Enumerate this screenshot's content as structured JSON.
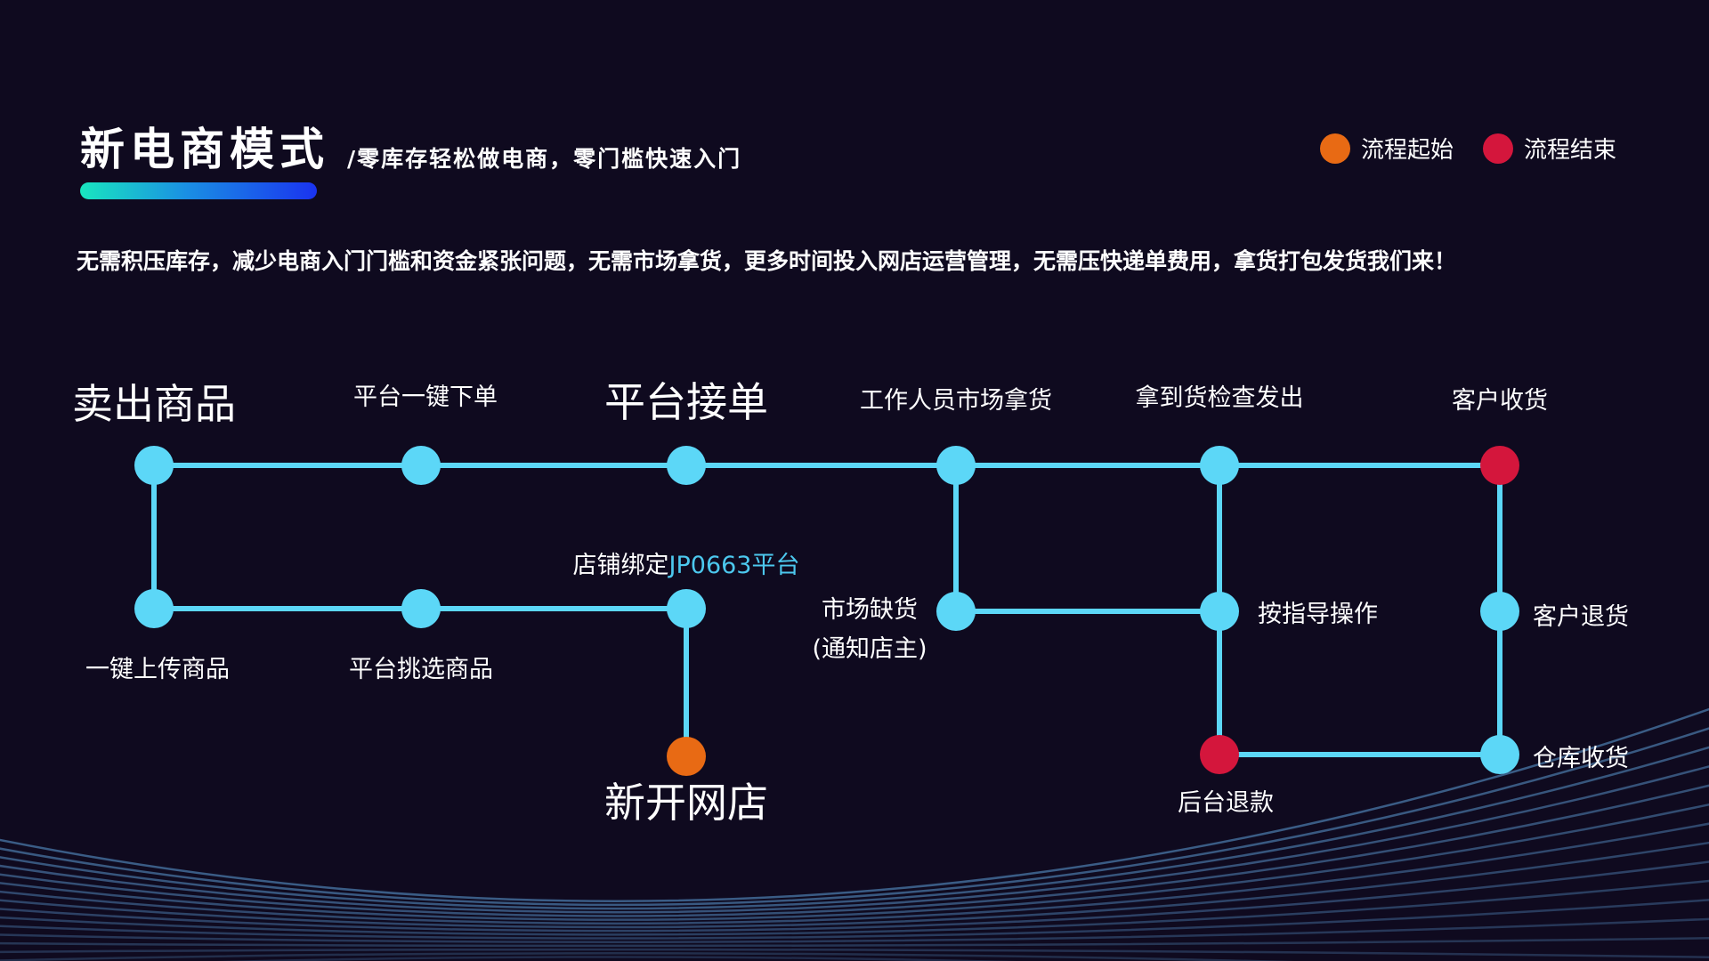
{
  "header": {
    "title": "新电商模式",
    "subtitle": "/零库存轻松做电商，零门槛快速入门"
  },
  "legend": {
    "start_label": "流程起始",
    "end_label": "流程结束",
    "start_color": "#e86a14",
    "end_color": "#d4163c"
  },
  "description": "无需积压库存，减少电商入门门槛和资金紧张问题，无需市场拿货，更多时间投入网店运营管理，无需压快递单费用，拿货打包发货我们来！",
  "colors": {
    "background": "#0f0a1f",
    "line": "#5cd7f7",
    "node": "#5cd7f7",
    "start": "#e86a14",
    "end": "#d4163c",
    "accent_text": "#4cc8ee"
  },
  "nodes": {
    "sell_goods": "卖出商品",
    "platform_one_click_order": "平台一键下单",
    "platform_accept_order": "平台接单",
    "staff_market_pickup": "工作人员市场拿货",
    "check_and_ship": "拿到货检查发出",
    "customer_receives": "客户收货",
    "one_click_upload": "一键上传商品",
    "platform_select_goods": "平台挑选商品",
    "shop_bind_prefix": "店铺绑定",
    "shop_bind_platform": "JP0663平台",
    "new_shop": "新开网店",
    "market_shortage_line1": "市场缺货",
    "market_shortage_line2": "(通知店主)",
    "follow_instructions": "按指导操作",
    "customer_return": "客户退货",
    "backend_refund": "后台退款",
    "warehouse_receives": "仓库收货"
  }
}
